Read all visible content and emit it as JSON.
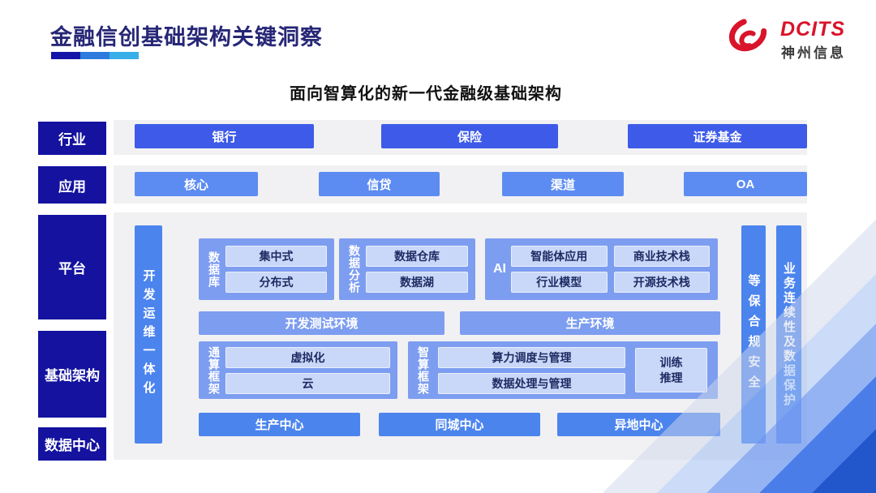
{
  "page": {
    "title": "金融信创基础架构关键洞察",
    "subtitle": "面向智算化的新一代金融级基础架构"
  },
  "logo": {
    "brand": "DCITS",
    "company": "神州信息"
  },
  "sidebar": {
    "items": [
      {
        "label": "行业"
      },
      {
        "label": "应用"
      },
      {
        "label": "平台"
      },
      {
        "label": "基础架构"
      },
      {
        "label": "数据中心"
      }
    ]
  },
  "industry_row": {
    "items": [
      "银行",
      "保险",
      "证券基金"
    ]
  },
  "application_row": {
    "items": [
      "核心",
      "信贷",
      "渠道",
      "OA"
    ]
  },
  "platform": {
    "devops_bar": "开发运维一体化",
    "security_bar": "等保合规安全",
    "continuity_bar": "业务连续性及数据保护",
    "database_group": {
      "label": "数据库",
      "items": [
        "集中式",
        "分布式"
      ]
    },
    "analytics_group": {
      "label": "数据分析",
      "items": [
        "数据仓库",
        "数据湖"
      ]
    },
    "ai_group": {
      "label": "AI",
      "items": [
        "智能体应用",
        "商业技术栈",
        "行业模型",
        "开源技术栈"
      ]
    },
    "environments": [
      "开发测试环境",
      "生产环境"
    ],
    "general_compute_group": {
      "label": "通算框架",
      "items": [
        "虚拟化",
        "云"
      ]
    },
    "ai_compute_group": {
      "label": "智算框架",
      "items": [
        "算力调度与管理",
        "数据处理与管理"
      ],
      "side_item": "训练\n推理"
    },
    "datacenters": [
      "生产中心",
      "同城中心",
      "异地中心"
    ]
  },
  "colors": {
    "sidebar_navy": "#14129F",
    "industry_blue": "#3D5BE8",
    "application_blue": "#5C8CF2",
    "group_blue": "#7D9DF0",
    "inner_box_blue": "#C9D8F8",
    "bar_blue": "#4C84EE",
    "panel_gray": "#F1F1F3",
    "title_navy": "#272777",
    "logo_red": "#D9142B"
  }
}
